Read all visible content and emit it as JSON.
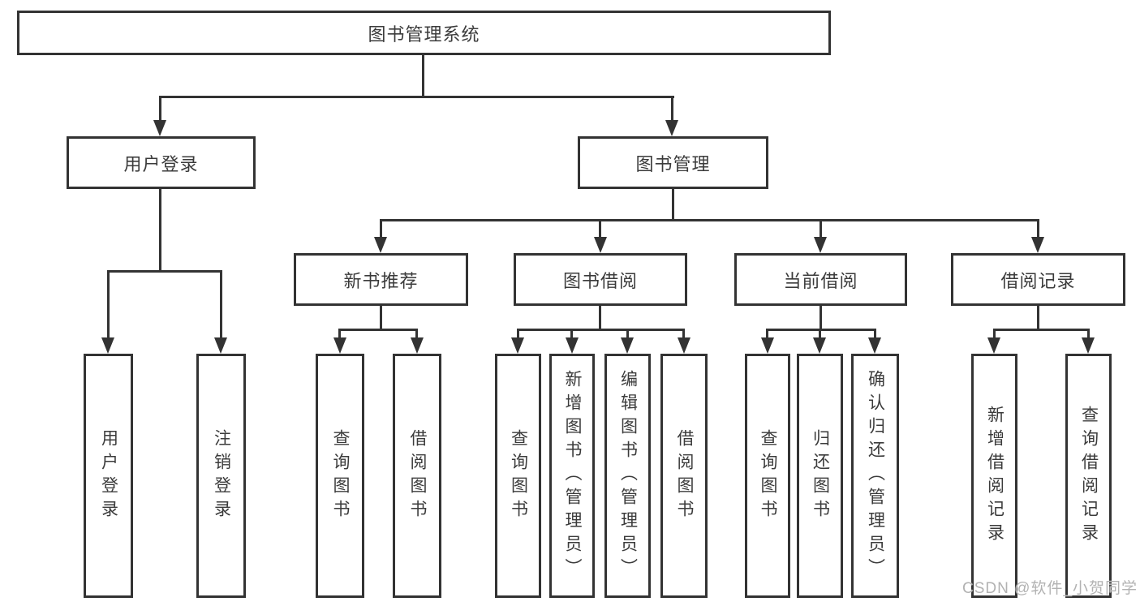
{
  "colors": {
    "line": "#333333",
    "box_border": "#333333",
    "text": "#3b3b3b",
    "background": "#ffffff",
    "watermark": "#b2b2b2"
  },
  "tree": {
    "root": {
      "label": "图书管理系统"
    },
    "children": [
      {
        "label": "用户登录",
        "children": [
          {
            "label": "用户登录"
          },
          {
            "label": "注销登录"
          }
        ]
      },
      {
        "label": "图书管理",
        "children": [
          {
            "label": "新书推荐",
            "children": [
              {
                "label": "查询图书"
              },
              {
                "label": "借阅图书"
              }
            ]
          },
          {
            "label": "图书借阅",
            "children": [
              {
                "label": "查询图书"
              },
              {
                "label": "新增图书（管理员）"
              },
              {
                "label": "编辑图书（管理员）"
              },
              {
                "label": "借阅图书"
              }
            ]
          },
          {
            "label": "当前借阅",
            "children": [
              {
                "label": "查询图书"
              },
              {
                "label": "归还图书"
              },
              {
                "label": "确认归还（管理员）"
              }
            ]
          },
          {
            "label": "借阅记录",
            "children": [
              {
                "label": "新增借阅记录"
              },
              {
                "label": "查询借阅记录"
              }
            ]
          }
        ]
      }
    ]
  },
  "watermark": {
    "text": "CSDN @软件_小贺同学"
  }
}
